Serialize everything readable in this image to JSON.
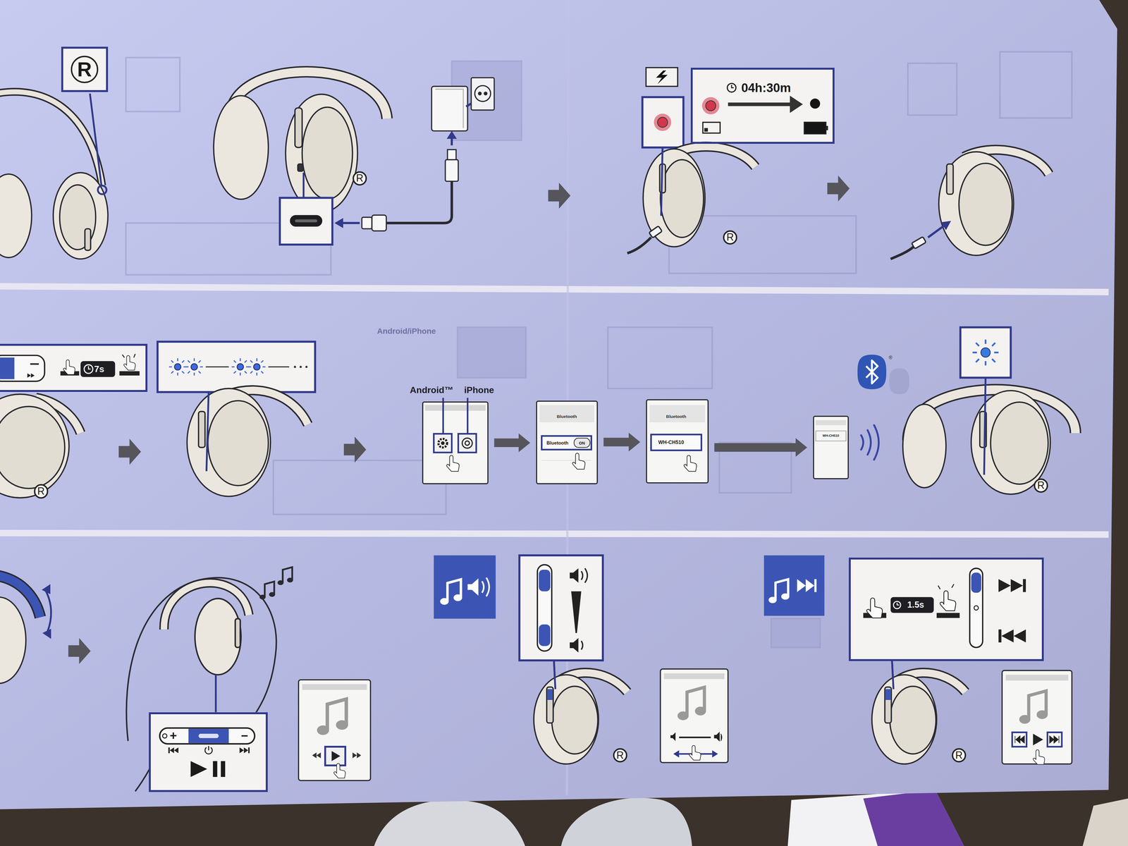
{
  "diagram": {
    "nodes": [
      {
        "text": [
          "R"
        ]
      },
      {
        "text": [
          "04h:30m"
        ]
      },
      {
        "text": [
          "7s"
        ]
      },
      {
        "text": [
          "Android™",
          "iPhone"
        ]
      },
      {
        "text": [
          "Bluetooth",
          "Bluetooth",
          "ON"
        ]
      },
      {
        "text": [
          "Bluetooth",
          "WH-CH510"
        ]
      },
      {
        "text": [
          "WH-CH510"
        ]
      },
      {
        "text": [
          "+",
          "−"
        ]
      },
      {
        "text": [
          "1.5s"
        ]
      }
    ],
    "edges": [
      {
        "from": 3,
        "to": 4,
        "arrow": "to"
      },
      {
        "from": 4,
        "to": 5,
        "arrow": "to"
      },
      {
        "from": 5,
        "to": 6,
        "arrow": "to"
      }
    ],
    "labels": [
      "R",
      "R",
      "R",
      "Android/iPhone",
      "®",
      "R",
      "R",
      "R"
    ]
  }
}
